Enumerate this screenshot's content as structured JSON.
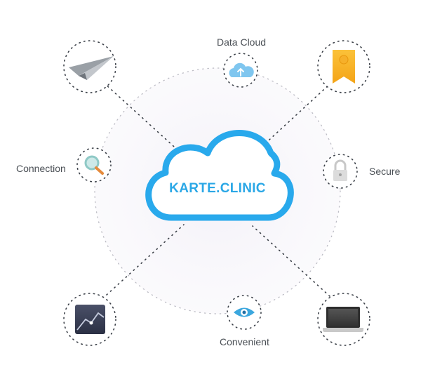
{
  "brand": {
    "name": "KARTE.CLINIC",
    "color": "#2aa7e6"
  },
  "nodes": {
    "top_label": "Data Cloud",
    "left_label": "Connection",
    "right_label": "Secure",
    "bottom_label": "Convenient"
  },
  "icons": {
    "top_left": "paper-plane-icon",
    "top_center": "cloud-upload-icon",
    "top_right": "ribbon-badge-icon",
    "left": "magnifier-icon",
    "right": "padlock-icon",
    "bottom_left": "chart-tablet-icon",
    "bottom_center": "eye-icon",
    "bottom_right": "laptop-icon"
  }
}
